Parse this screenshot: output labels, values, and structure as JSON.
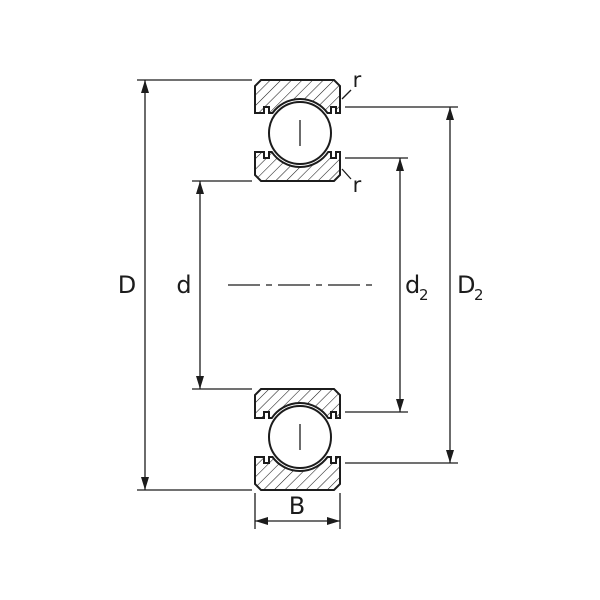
{
  "diagram": {
    "labels": {
      "outer_diameter": "D",
      "bore_diameter": "d",
      "inner_recess_main": "d",
      "inner_recess_sub": "2",
      "outer_recess_main": "D",
      "outer_recess_sub": "2",
      "width": "B",
      "radius_outer": "r",
      "radius_inner": "r"
    },
    "colors": {
      "line": "#1c1c1c",
      "background": "#ffffff"
    }
  }
}
